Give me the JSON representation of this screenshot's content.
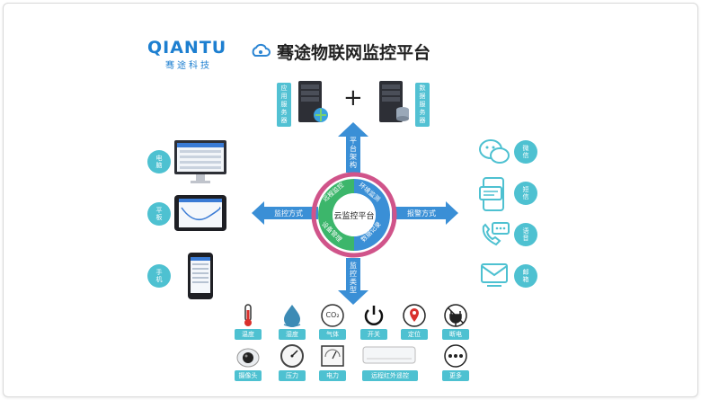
{
  "brand": {
    "logo_text": "QIANTU",
    "logo_sub": "骞途科技"
  },
  "title": "骞途物联网监控平台",
  "servers": {
    "app_label": [
      "应",
      "用",
      "服",
      "务",
      "器"
    ],
    "plus": "+",
    "data_label": [
      "数",
      "据",
      "服",
      "务",
      "器"
    ]
  },
  "hub": {
    "center": "云监控平台",
    "ring": [
      "远程监控",
      "环境监测",
      "数据记录",
      "设备管理"
    ]
  },
  "arrows": {
    "up": [
      "平",
      "台",
      "架",
      "构"
    ],
    "down": [
      "监",
      "控",
      "类",
      "型"
    ],
    "left": "监控方式",
    "right": "报警方式"
  },
  "devices": [
    {
      "label": [
        "电",
        "脑"
      ]
    },
    {
      "label": [
        "平",
        "板"
      ]
    },
    {
      "label": [
        "手",
        "机"
      ]
    }
  ],
  "alarms": [
    {
      "label": [
        "微",
        "信"
      ]
    },
    {
      "label": [
        "短",
        "信"
      ]
    },
    {
      "label": [
        "语",
        "音"
      ]
    },
    {
      "label": [
        "邮",
        "箱"
      ]
    }
  ],
  "monitor_row1": [
    "温度",
    "湿度",
    "气体",
    "开关",
    "定位",
    "断电"
  ],
  "monitor_row2": [
    "摄像头",
    "压力",
    "电力",
    "远程红外遥控",
    "更多"
  ],
  "gas_icon_text": "CO₂",
  "colors": {
    "teal": "#4ec1d1",
    "blue": "#3a8fd6",
    "pink": "#d0548a",
    "green": "#3cb66b"
  }
}
